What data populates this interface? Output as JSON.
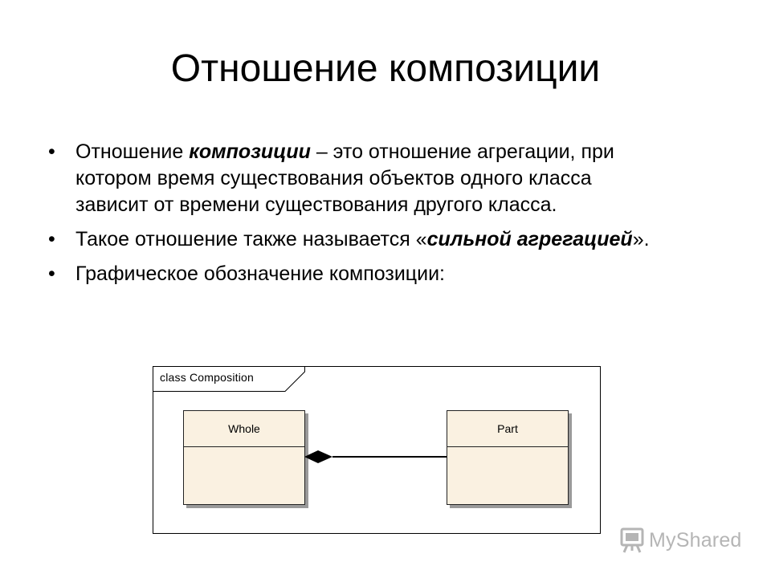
{
  "slide": {
    "title": "Отношение композиции",
    "bullets": [
      {
        "bullet_symbol": "•",
        "parts": [
          "Отношение ",
          "композиции",
          " – это отношение агрегации, при котором время существования объектов одного класса зависит от времени существования другого класса."
        ]
      },
      {
        "bullet_symbol": "•",
        "parts": [
          "Такое отношение также называется «",
          "сильной агрегацией",
          "»."
        ]
      },
      {
        "bullet_symbol": "•",
        "parts": [
          "Графическое обозначение композиции:"
        ]
      }
    ]
  },
  "diagram": {
    "frame_label": "class Composition",
    "classes": {
      "whole": "Whole",
      "part": "Part"
    },
    "relation": "composition",
    "colors": {
      "class_fill": "#faf1e1",
      "shadow": "#9a9a9a",
      "line": "#000000"
    }
  },
  "watermark": {
    "text": "MyShared",
    "icon": "presentation-board-icon"
  }
}
